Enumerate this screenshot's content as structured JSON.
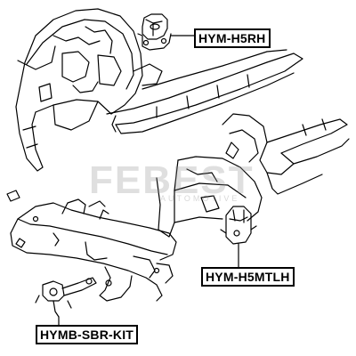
{
  "labels": {
    "top_mount": "HYM-H5RH",
    "right_mount": "HYM-H5MTLH",
    "bottom_kit": "HYMB-SBR-KIT"
  },
  "watermark": {
    "brand": "FEBEST",
    "sub": "AUTOMOTIVE"
  },
  "colors": {
    "line": "#000000",
    "background": "#ffffff"
  }
}
